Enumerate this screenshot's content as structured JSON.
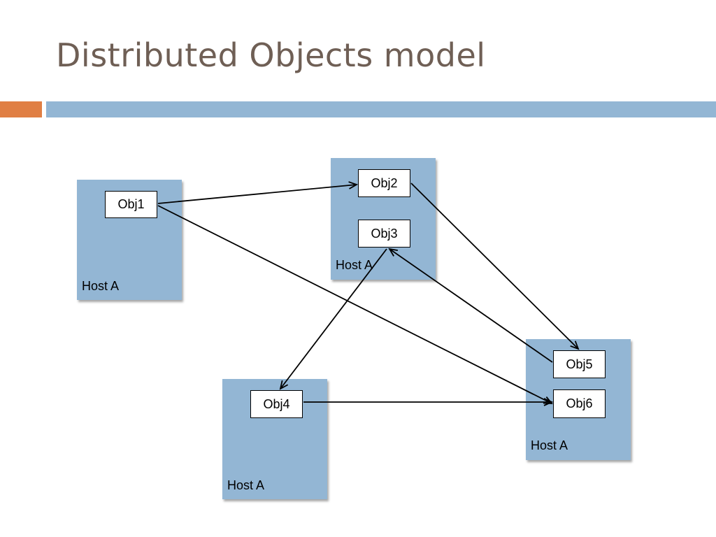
{
  "title": "Distributed Objects model",
  "accent_colors": {
    "title": "#6f5f55",
    "orange_bar": "#e07f44",
    "blue_bar": "#93b6d4",
    "host_fill": "#93b6d4"
  },
  "hosts": [
    {
      "label": "Host A"
    },
    {
      "label": "Host A"
    },
    {
      "label": "Host A"
    },
    {
      "label": "Host A"
    }
  ],
  "objects": [
    {
      "label": "Obj1"
    },
    {
      "label": "Obj2"
    },
    {
      "label": "Obj3"
    },
    {
      "label": "Obj4"
    },
    {
      "label": "Obj5"
    },
    {
      "label": "Obj6"
    }
  ],
  "edges": [
    {
      "from": "Obj1",
      "to": "Obj2"
    },
    {
      "from": "Obj1",
      "to": "Obj6"
    },
    {
      "from": "Obj2",
      "to": "Obj5"
    },
    {
      "from": "Obj5",
      "to": "Obj3"
    },
    {
      "from": "Obj3",
      "to": "Obj4"
    },
    {
      "from": "Obj4",
      "to": "Obj6"
    }
  ]
}
